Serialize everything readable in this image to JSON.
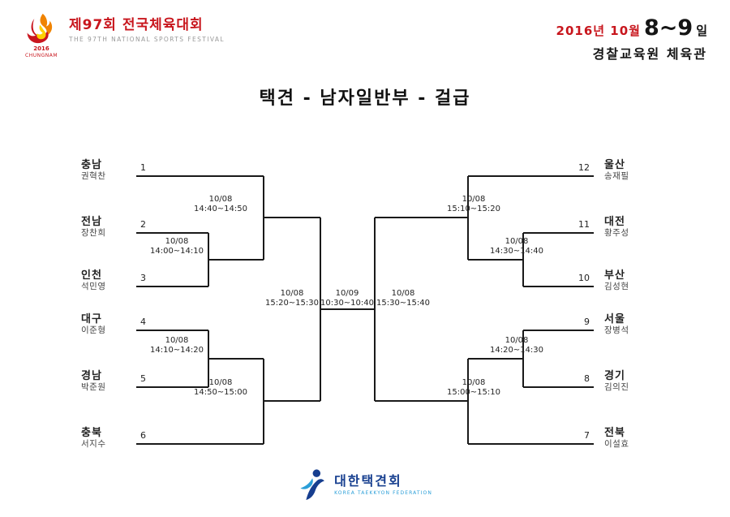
{
  "header": {
    "logo": {
      "title_ko": "제97회 전국체육대회",
      "subtitle_en": "THE 97TH NATIONAL SPORTS FESTIVAL",
      "year": "2016",
      "region": "CHUNGNAM"
    },
    "date_prefix": "2016년 10월",
    "date_days": "8~9",
    "date_suffix": "일",
    "venue": "경찰교육원 체육관"
  },
  "title": "택견 - 남자일반부 - 걸급",
  "bracket": {
    "left": [
      {
        "seed": "1",
        "team": "충남",
        "player": "권혁찬"
      },
      {
        "seed": "2",
        "team": "전남",
        "player": "장찬희"
      },
      {
        "seed": "3",
        "team": "인천",
        "player": "석민영"
      },
      {
        "seed": "4",
        "team": "대구",
        "player": "이준형"
      },
      {
        "seed": "5",
        "team": "경남",
        "player": "박준원"
      },
      {
        "seed": "6",
        "team": "충북",
        "player": "서지수"
      }
    ],
    "right": [
      {
        "seed": "12",
        "team": "울산",
        "player": "송재필"
      },
      {
        "seed": "11",
        "team": "대전",
        "player": "황주성"
      },
      {
        "seed": "10",
        "team": "부산",
        "player": "김성현"
      },
      {
        "seed": "9",
        "team": "서울",
        "player": "장병석"
      },
      {
        "seed": "8",
        "team": "경기",
        "player": "김의진"
      },
      {
        "seed": "7",
        "team": "전북",
        "player": "이설효"
      }
    ],
    "matches": {
      "l_inner_top": {
        "date": "10/08",
        "time": "14:00~14:10"
      },
      "l_outer_top": {
        "date": "10/08",
        "time": "14:40~14:50"
      },
      "l_inner_bottom": {
        "date": "10/08",
        "time": "14:10~14:20"
      },
      "l_outer_bottom": {
        "date": "10/08",
        "time": "14:50~15:00"
      },
      "l_semi": {
        "date": "10/08",
        "time": "15:20~15:30"
      },
      "final": {
        "date": "10/09",
        "time": "10:30~10:40"
      },
      "r_semi": {
        "date": "10/08",
        "time": "15:30~15:40"
      },
      "r_outer_top": {
        "date": "10/08",
        "time": "15:10~15:20"
      },
      "r_inner_top": {
        "date": "10/08",
        "time": "14:30~14:40"
      },
      "r_inner_bottom": {
        "date": "10/08",
        "time": "14:20~14:30"
      },
      "r_outer_bottom": {
        "date": "10/08",
        "time": "15:00~15:10"
      }
    }
  },
  "footer": {
    "org_ko": "대한택견회",
    "org_en": "KOREA TAEKKYON FEDERATION"
  },
  "colors": {
    "accent_red": "#c8161d",
    "brand_blue": "#163e8f",
    "line_black": "#1a1a1a"
  }
}
